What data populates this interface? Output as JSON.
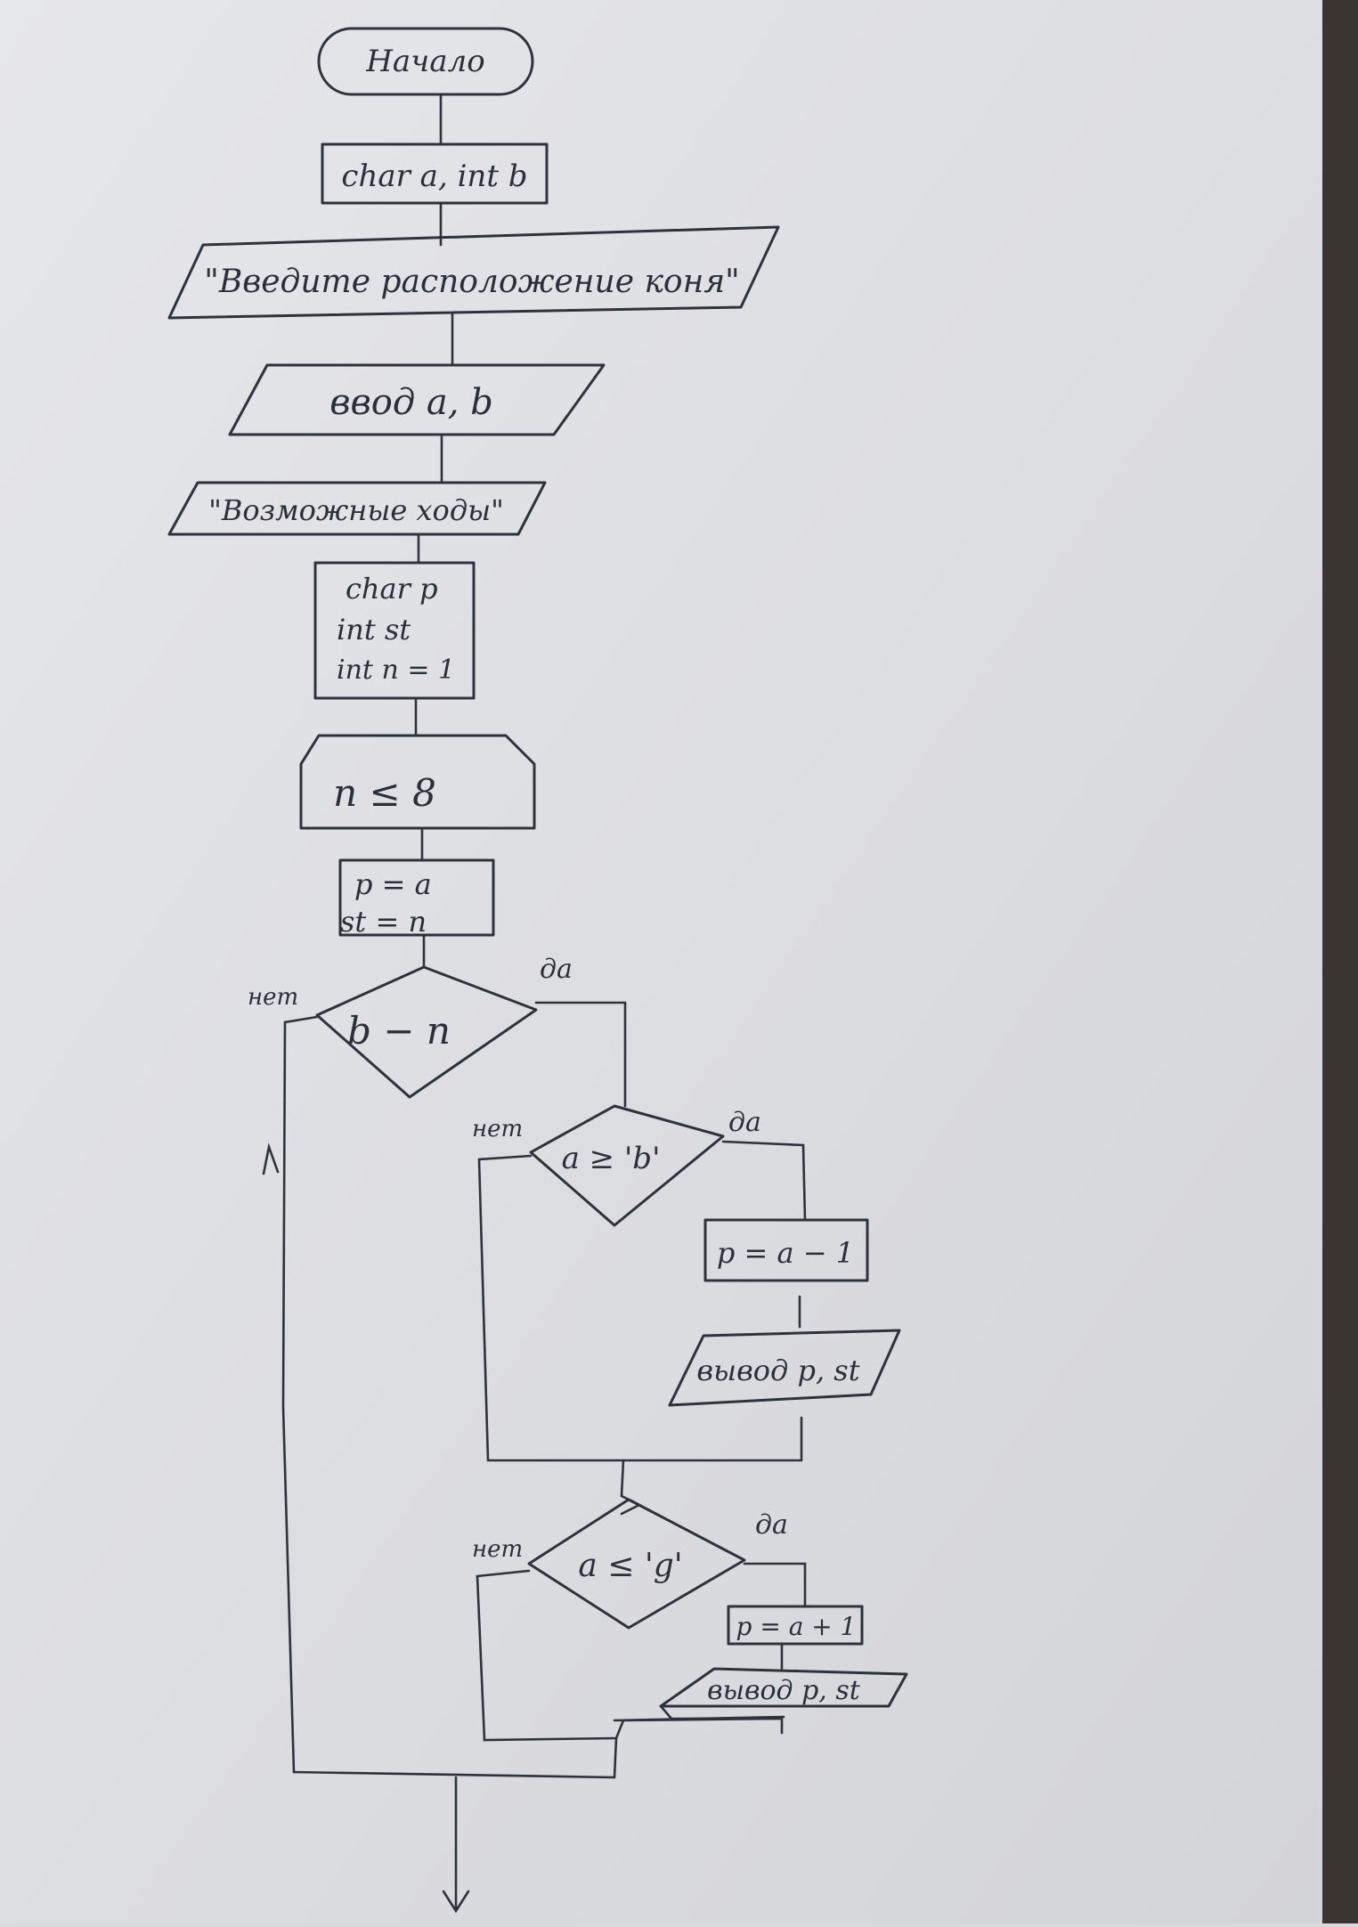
{
  "flowchart": {
    "start": "Начало",
    "declare1": "char a, int b",
    "print_prompt": "\"Введите расположение коня\"",
    "input": "ввод a, b",
    "print_moves": "\"Возможные ходы\"",
    "declare2": [
      "char p",
      "int st",
      "int n = 1"
    ],
    "loop": "n ≤ 8",
    "assign": [
      "p = a",
      "st = n"
    ],
    "cond_main": "b − n",
    "cond_ge": "a ≥ 'b'",
    "assign_minus": "p = a − 1",
    "output_1": "вывод p, st",
    "cond_le": "a ≤ 'g'",
    "assign_plus": "p = a + 1",
    "output_2": "вывод p, st",
    "label_yes": "да",
    "label_no": "нет"
  }
}
